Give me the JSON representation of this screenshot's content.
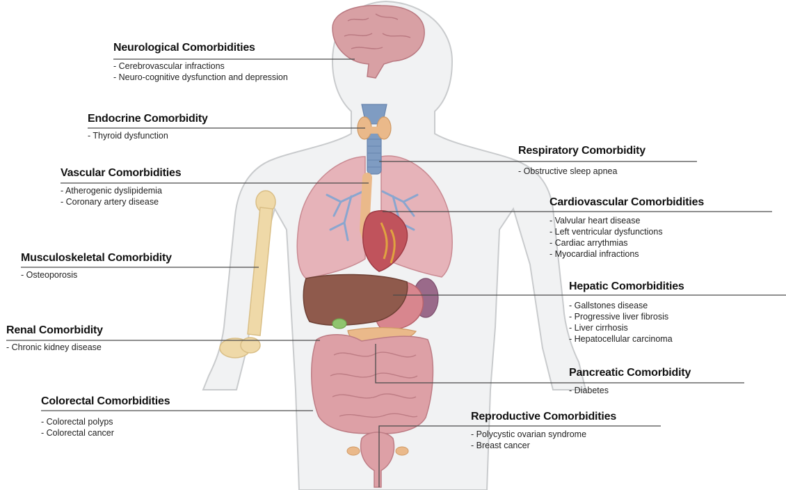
{
  "callouts": [
    {
      "id": "neuro",
      "title": "Neurological Comorbidities",
      "items": [
        "- Cerebrovascular infractions",
        "- Neuro-cognitive dysfunction and depression"
      ]
    },
    {
      "id": "endocrine",
      "title": "Endocrine Comorbidity",
      "items": [
        "- Thyroid dysfunction"
      ]
    },
    {
      "id": "vascular",
      "title": "Vascular Comorbidities",
      "items": [
        "- Atherogenic dyslipidemia",
        "- Coronary artery disease"
      ]
    },
    {
      "id": "musculo",
      "title": "Musculoskeletal Comorbidity",
      "items": [
        "- Osteoporosis"
      ]
    },
    {
      "id": "renal",
      "title": "Renal Comorbidity",
      "items": [
        "- Chronic kidney disease"
      ]
    },
    {
      "id": "colorectal",
      "title": "Colorectal Comorbidities",
      "items": [
        "-  Colorectal polyps",
        "-  Colorectal cancer"
      ]
    },
    {
      "id": "respiratory",
      "title": "Respiratory Comorbidity",
      "items": [
        "- Obstructive sleep apnea"
      ]
    },
    {
      "id": "cardio",
      "title": "Cardiovascular Comorbidities",
      "items": [
        "- Valvular heart disease",
        "- Left ventricular dysfunctions",
        "- Cardiac arrythmias",
        "- Myocardial infractions"
      ]
    },
    {
      "id": "hepatic",
      "title": "Hepatic Comorbidities",
      "items": [
        "- Gallstones disease",
        "- Progressive liver fibrosis",
        "- Liver cirrhosis",
        "- Hepatocellular carcinoma"
      ]
    },
    {
      "id": "pancreatic",
      "title": "Pancreatic Comorbidity",
      "items": [
        "-  Diabetes"
      ]
    },
    {
      "id": "reproductive",
      "title": "Reproductive Comorbidities",
      "items": [
        "- Polycystic ovarian syndrome",
        "- Breast cancer"
      ]
    }
  ],
  "colors": {
    "body_fill": "#f1f2f3",
    "body_outline": "#c9cbcd",
    "brain": "#d8a0a4",
    "thyroid": "#eab98a",
    "trachea": "#7f9cc2",
    "lungs": "#e6b3b9",
    "bronchi": "#8aa6cf",
    "heart": "#c0535c",
    "liver": "#8f5a4c",
    "stomach": "#d8868e",
    "intestine": "#dda0a6",
    "bone": "#efd9a8",
    "spleen": "#9a6a8a",
    "gallbladder": "#8fc46e"
  }
}
